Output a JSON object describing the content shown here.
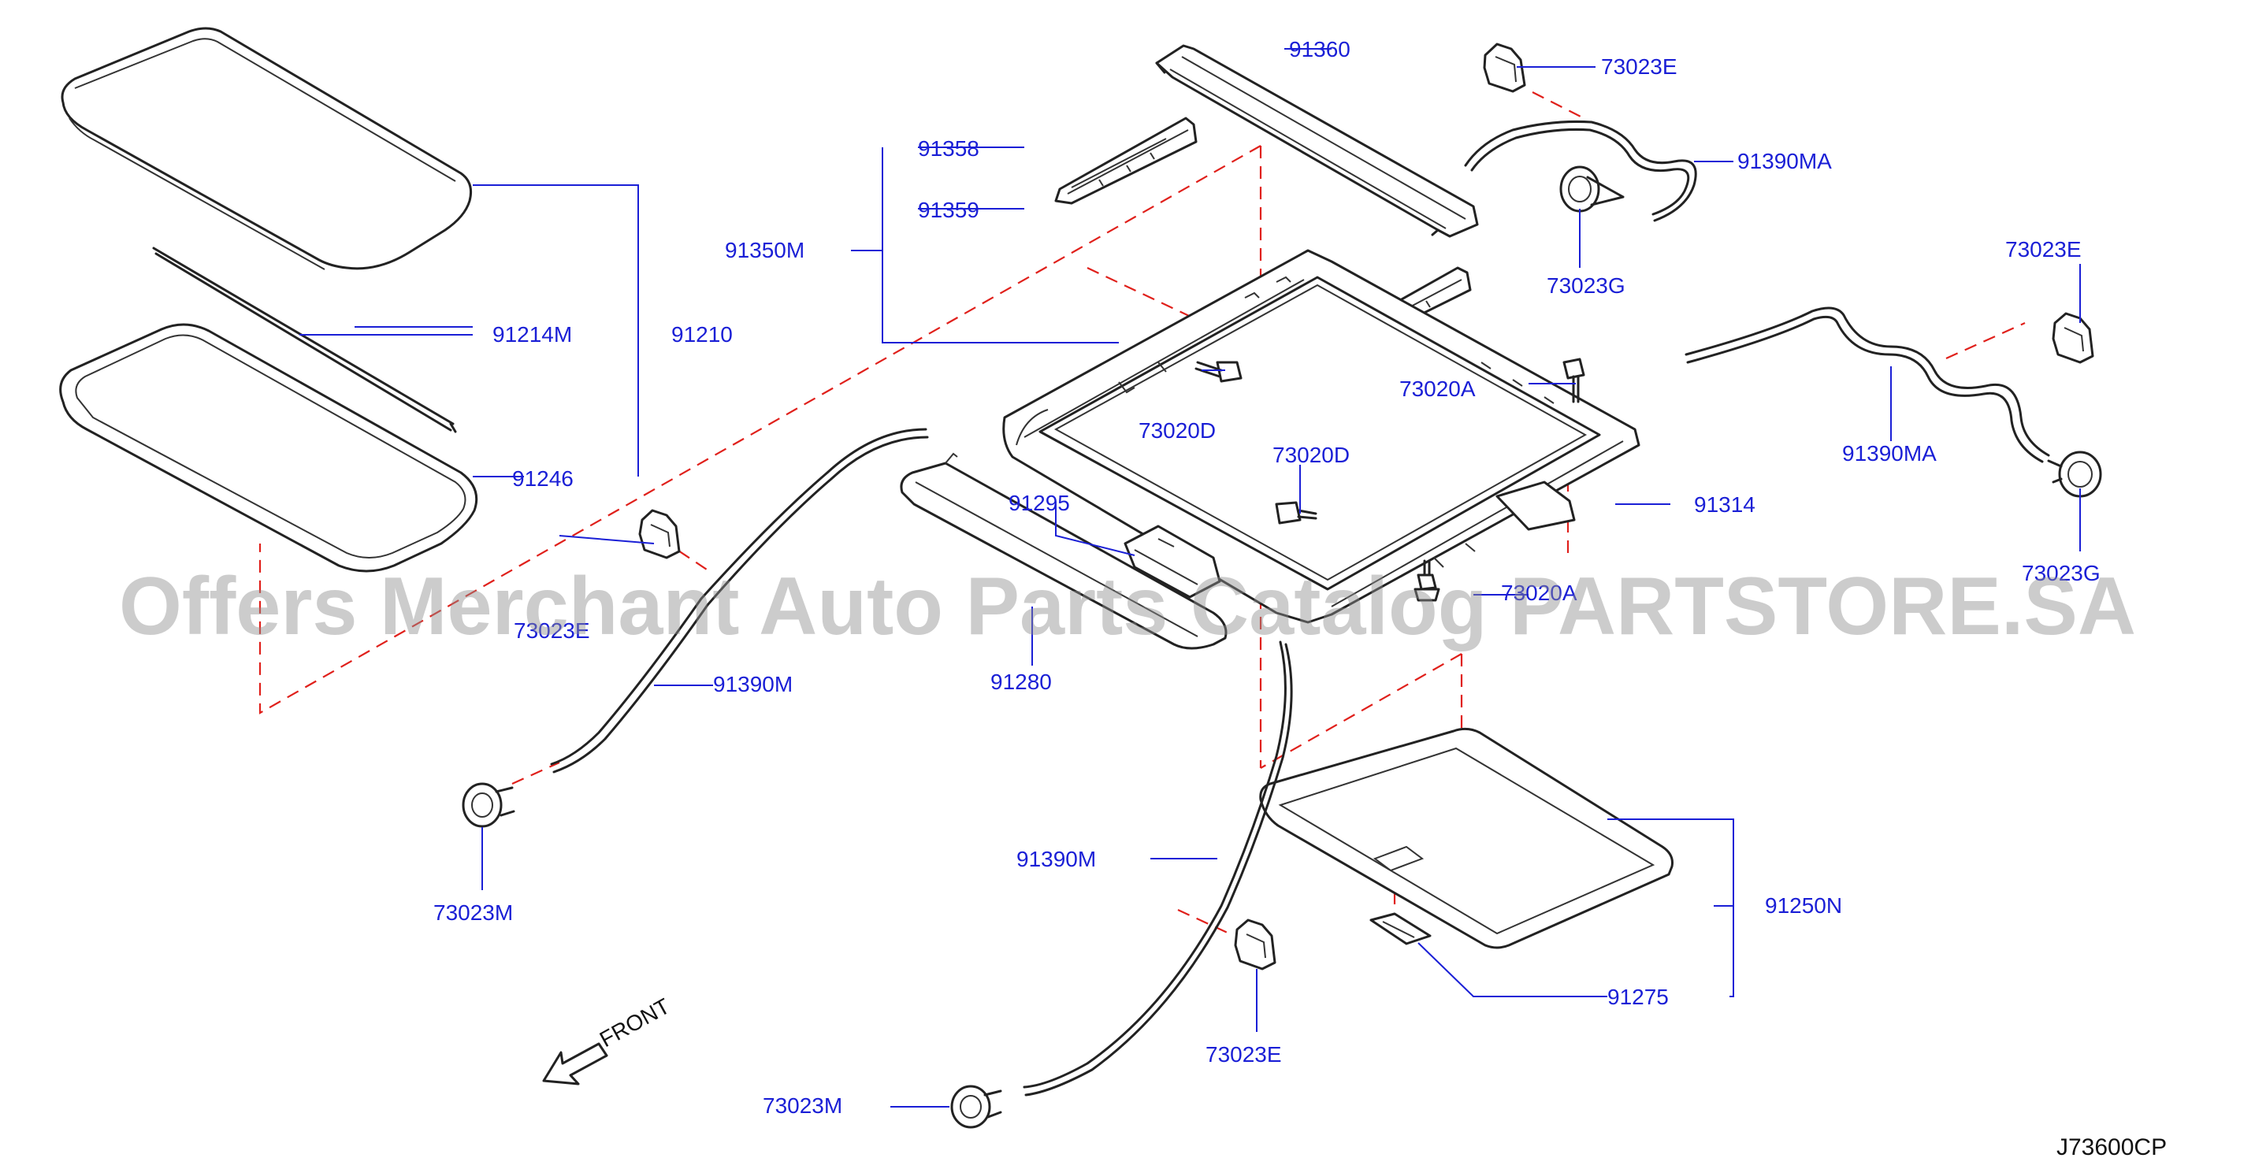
{
  "labels": {
    "p91360": "91360",
    "p73023E_top": "73023E",
    "p91358": "91358",
    "p91390MA_top": "91390MA",
    "p91359": "91359",
    "p91350M": "91350M",
    "p73023G_top": "73023G",
    "p73023E_right": "73023E",
    "p91214M": "91214M",
    "p91210": "91210",
    "p73020A": "73020A",
    "p73020D_left": "73020D",
    "p91390MA_right": "91390MA",
    "p91246": "91246",
    "p73020D_mid": "73020D",
    "p91295": "91295",
    "p91314": "91314",
    "p73023G_right": "73023G",
    "p73023E_left": "73023E",
    "p73020_bolt": "73020A",
    "p91390M_upper": "91390M",
    "p91280": "91280",
    "p91250N": "91250N",
    "p91390M_lower": "91390M",
    "p73023M_left": "73023M",
    "p91275": "91275",
    "p73023E_bottom": "73023E",
    "p73023M_bottom": "73023M"
  },
  "front_label": "FRONT",
  "diagram_code": "J73600CP",
  "watermark": "Offers Merchant Auto Parts Catalog PARTSTORE.SA",
  "colors": {
    "label_blue": "#1a1fd6",
    "leader_blue": "#1a1fd6",
    "guide_red": "#e0201b",
    "line_dark": "#222222",
    "watermark_gray": "#8f8f8f"
  }
}
